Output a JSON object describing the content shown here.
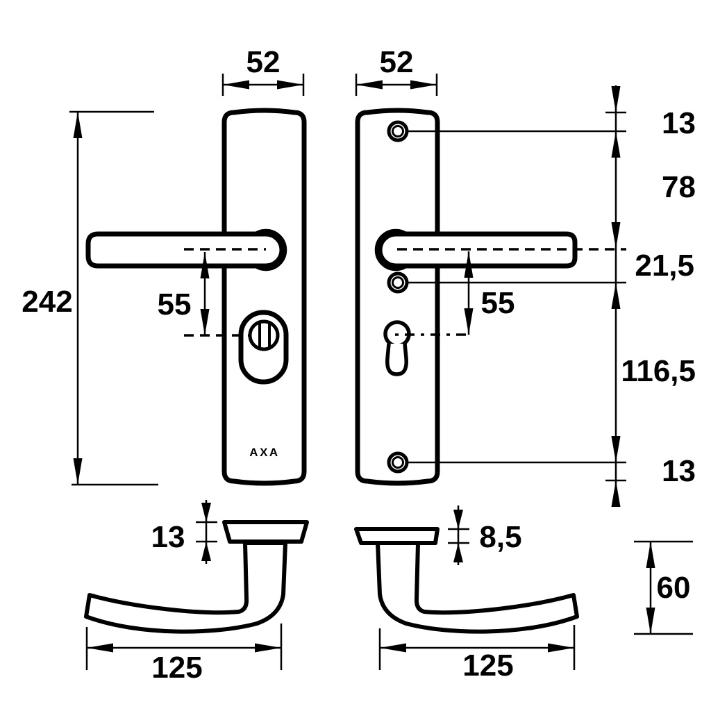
{
  "brand": "AXA",
  "dimensions": {
    "plate_width_left": "52",
    "plate_width_right": "52",
    "plate_height": "242",
    "handle_to_cylinder_left": "55",
    "handle_to_cylinder_right": "55",
    "top_edge_to_top_screw": "13",
    "top_screw_to_handle_axis": "78",
    "handle_axis_to_mid_screw": "21,5",
    "mid_screw_to_bottom_screw": "116,5",
    "bottom_screw_to_bottom_edge": "13",
    "rosette_thickness_left": "13",
    "rosette_thickness_right": "8,5",
    "lever_reach_left": "125",
    "lever_reach_right": "125",
    "lever_drop": "60"
  }
}
